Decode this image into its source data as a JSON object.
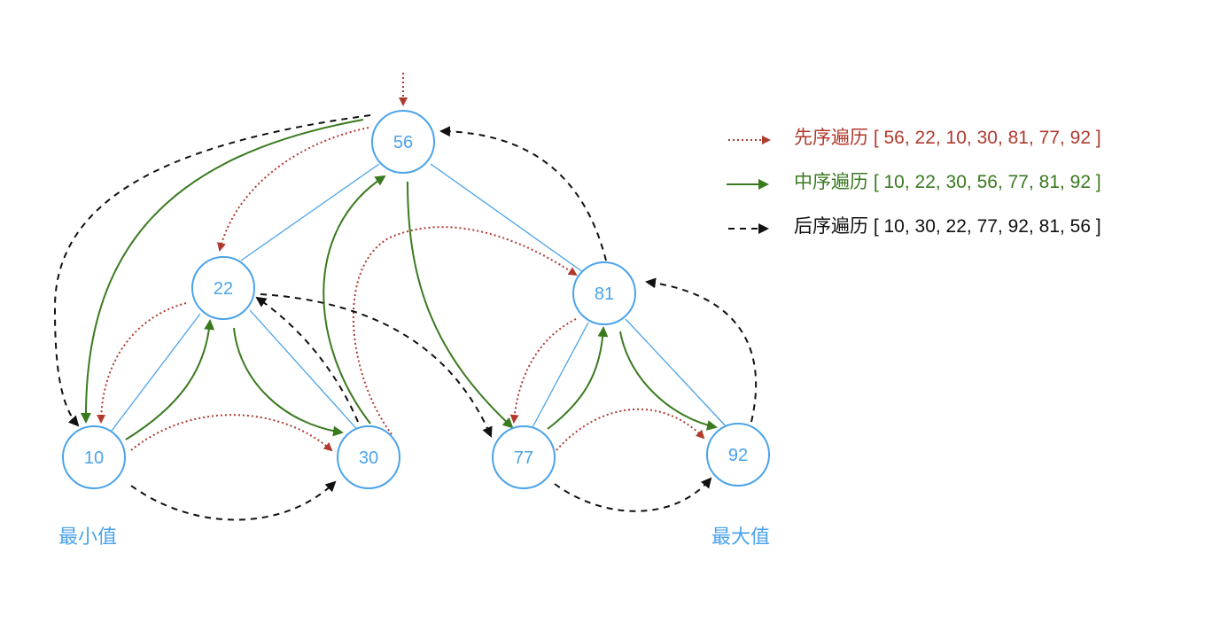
{
  "colors": {
    "node": "#4ba3ea",
    "preorder": "#b03a2e",
    "inorder": "#3a7a1f",
    "postorder": "#111111"
  },
  "nodes": [
    {
      "id": "n56",
      "label": "56"
    },
    {
      "id": "n22",
      "label": "22"
    },
    {
      "id": "n81",
      "label": "81"
    },
    {
      "id": "n10",
      "label": "10"
    },
    {
      "id": "n30",
      "label": "30"
    },
    {
      "id": "n77",
      "label": "77"
    },
    {
      "id": "n92",
      "label": "92"
    }
  ],
  "legend": {
    "preorder": "先序遍历 [ 56, 22, 10, 30, 81, 77, 92 ]",
    "inorder": "中序遍历 [ 10, 22, 30, 56, 77, 81, 92 ]",
    "postorder": "后序遍历 [ 10, 30, 22, 77, 92, 81, 56 ]"
  },
  "notes": {
    "min": "最小值",
    "max": "最大值"
  }
}
